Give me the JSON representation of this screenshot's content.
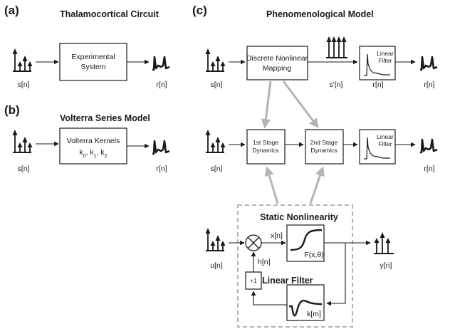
{
  "panels": {
    "a": {
      "label": "(a)",
      "title": "Thalamocortical Circuit",
      "box": [
        "Experimental",
        "System"
      ],
      "in": "s[n]",
      "out": "r[n]"
    },
    "b": {
      "label": "(b)",
      "title": "Volterra Series Model",
      "box": [
        "Volterra Kernels"
      ],
      "kernels": {
        "k": "k",
        "s0": "0",
        "s1": "1",
        "s2": "2"
      },
      "in": "s[n]",
      "out": "r[n]"
    },
    "c": {
      "label": "(c)",
      "title": "Phenomenological Model",
      "row1": {
        "in": "s[n]",
        "mapping": [
          "Discrete Nonlinear",
          "Mapping"
        ],
        "mid": "s'[n]",
        "filter": [
          "Linear",
          "Filter"
        ],
        "out": "r[n]"
      },
      "row2": {
        "in": "s[n]",
        "stage1": [
          "1st Stage",
          "Dynamics"
        ],
        "stage2": [
          "2nd Stage",
          "Dynamics"
        ],
        "filter": [
          "Linear",
          "Filter"
        ],
        "out": "r[n]"
      },
      "detail": {
        "static_title": "Static Nonlinearity",
        "linear_title": "Linear Filter",
        "u": "u[n]",
        "x": "x[n]",
        "h": "h[n]",
        "y": "y[n]",
        "fx": "F(x,θ)",
        "km": "k[m]",
        "plus1": "+1",
        "multiply": "⊗"
      }
    }
  },
  "colors": {
    "ink": "#1a1a1a",
    "connector": "#b4b4b4",
    "dash": "#b4b4b4"
  }
}
